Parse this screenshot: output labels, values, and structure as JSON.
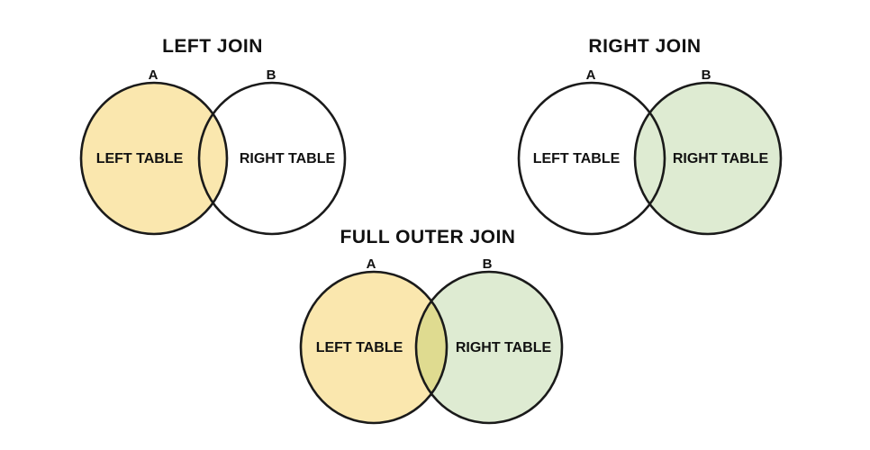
{
  "canvas": {
    "background": "#FFFFFF"
  },
  "colors": {
    "left_table_fill": "#FAE7AE",
    "right_table_fill": "#DEEBD2",
    "overlap_fill": "#DFDB90",
    "outline": "#1A1A1A",
    "text": "#111111"
  },
  "diagrams": [
    {
      "id": "left-join",
      "title": "LEFT JOIN",
      "circle_a_label": "A",
      "circle_b_label": "B",
      "circle_a_text": "LEFT TABLE",
      "circle_b_text": "RIGHT TABLE",
      "shaded_region": "circle A including overlap"
    },
    {
      "id": "right-join",
      "title": "RIGHT JOIN",
      "circle_a_label": "A",
      "circle_b_label": "B",
      "circle_a_text": "LEFT TABLE",
      "circle_b_text": "RIGHT TABLE",
      "shaded_region": "circle B including overlap"
    },
    {
      "id": "full-outer-join",
      "title": "FULL OUTER JOIN",
      "circle_a_label": "A",
      "circle_b_label": "B",
      "circle_a_text": "LEFT TABLE",
      "circle_b_text": "RIGHT TABLE",
      "shaded_region": "both circles including overlap"
    }
  ]
}
